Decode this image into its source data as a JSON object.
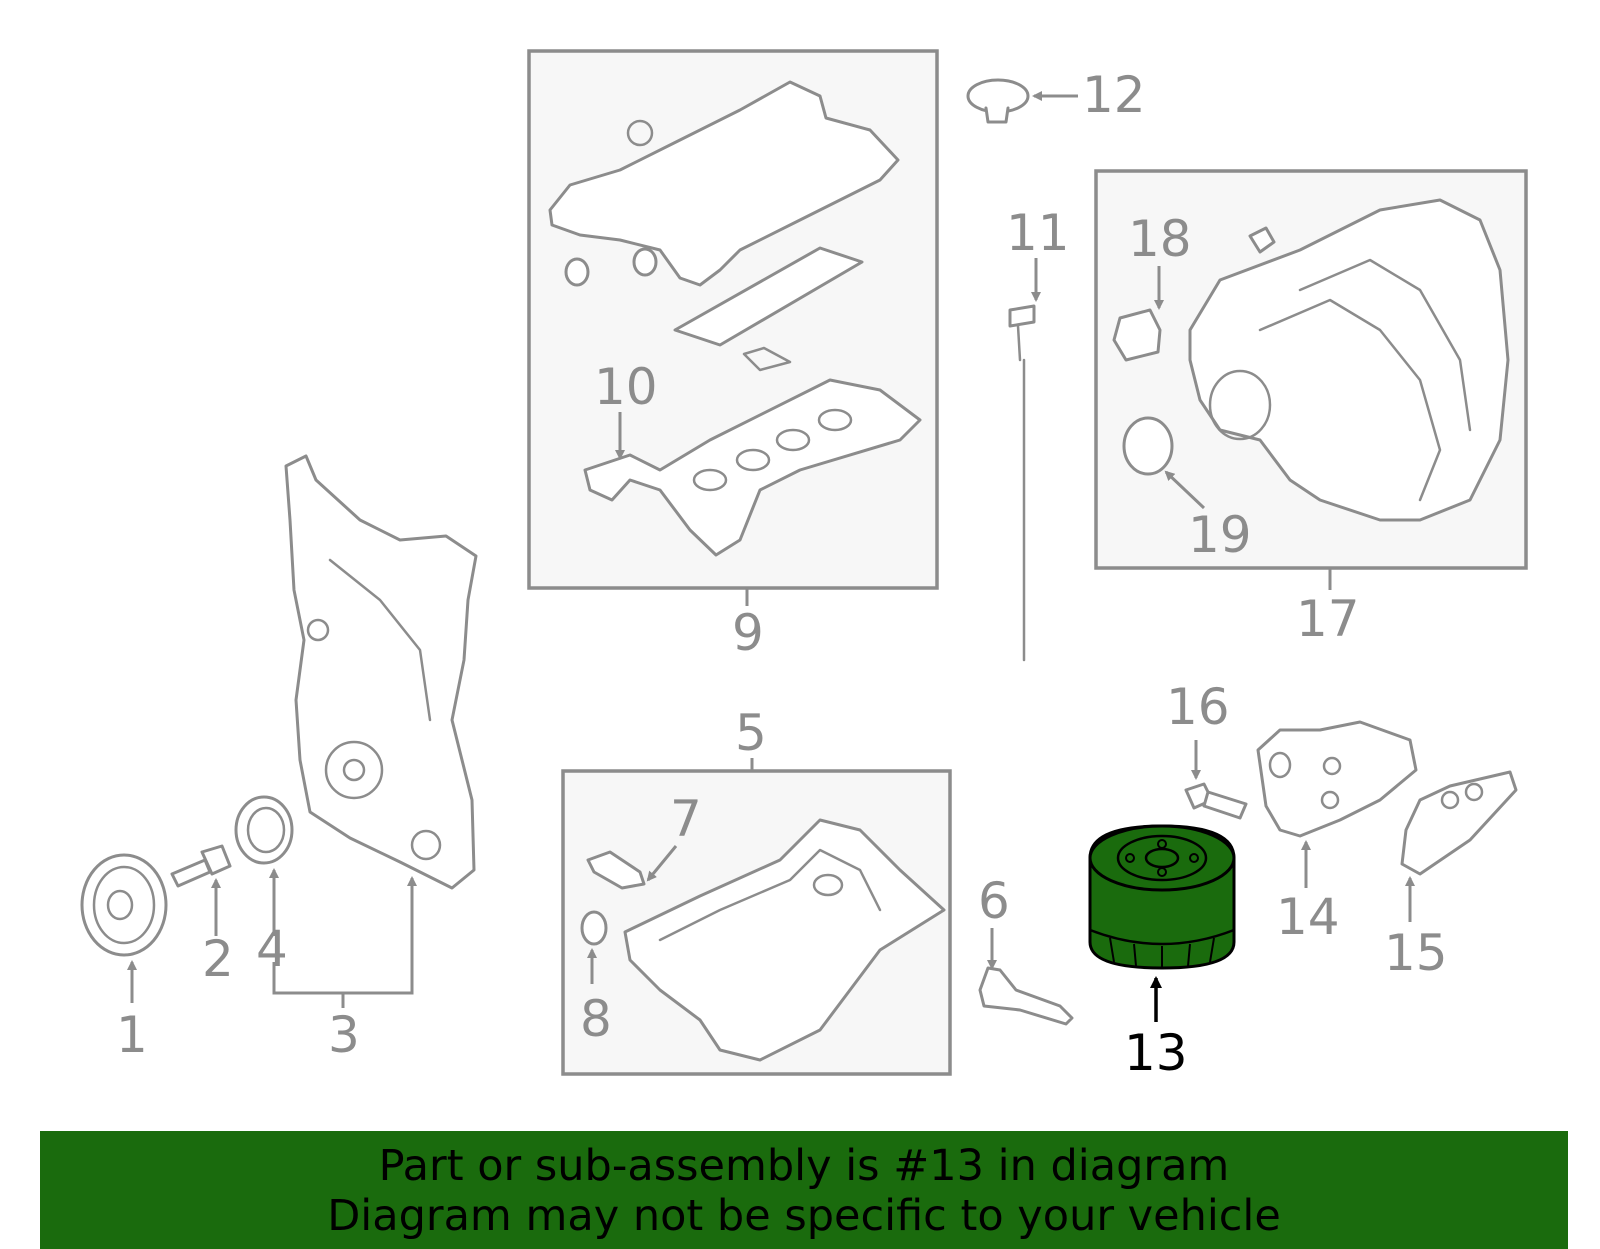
{
  "banner": {
    "line1": "Part or sub-assembly is #13 in diagram",
    "line2": "Diagram may not be specific to your vehicle",
    "color": "#1a6b0d"
  },
  "highlight": {
    "part_number": "13",
    "fill_color": "#1a6b0d"
  },
  "callouts": {
    "c1": "1",
    "c2": "2",
    "c3": "3",
    "c4": "4",
    "c5": "5",
    "c6": "6",
    "c7": "7",
    "c8": "8",
    "c9": "9",
    "c10": "10",
    "c11": "11",
    "c12": "12",
    "c13": "13",
    "c14": "14",
    "c15": "15",
    "c16": "16",
    "c17": "17",
    "c18": "18",
    "c19": "19"
  }
}
